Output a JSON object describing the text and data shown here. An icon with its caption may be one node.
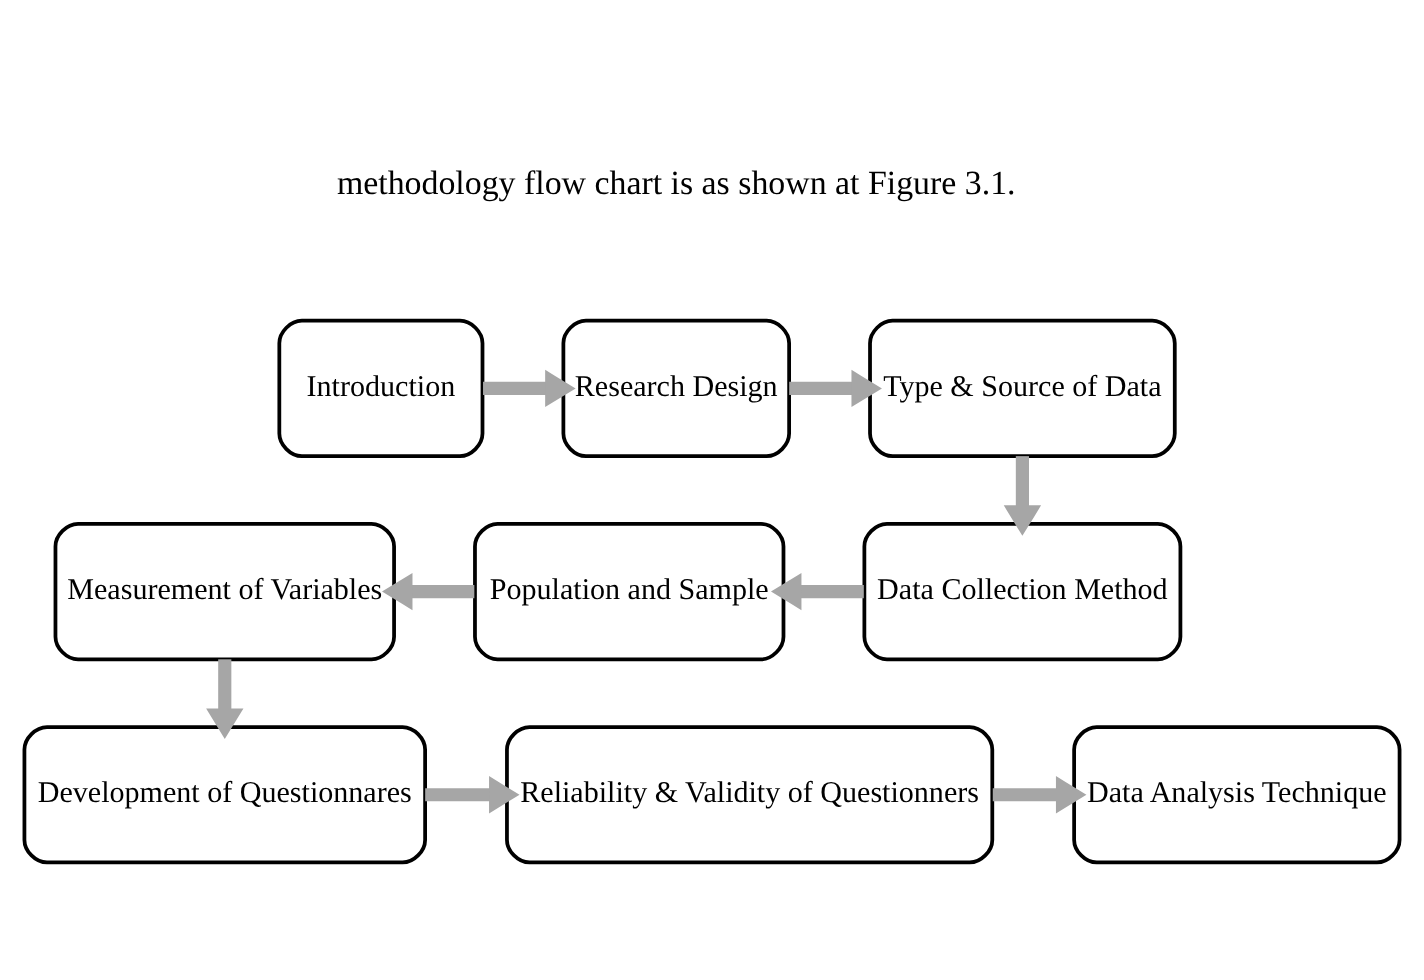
{
  "diagram": {
    "nodes": [
      {
        "text": [
          "Introduction"
        ]
      },
      {
        "text": [
          "Research Design"
        ]
      },
      {
        "text": [
          "Type & Source of Data"
        ]
      },
      {
        "text": [
          "Measurement of Variables"
        ]
      },
      {
        "text": [
          "Population and Sample"
        ]
      },
      {
        "text": [
          "Data Collection Method"
        ]
      },
      {
        "text": [
          "Development of Questionnares"
        ]
      },
      {
        "text": [
          "Reliability & Validity of Questionners"
        ]
      },
      {
        "text": [
          "Data Analysis Technique"
        ]
      }
    ],
    "edges": [
      {
        "from": 0,
        "to": 1,
        "arrow": "to"
      },
      {
        "from": 1,
        "to": 2,
        "arrow": "to"
      },
      {
        "from": 2,
        "to": 5,
        "arrow": "to"
      },
      {
        "from": 5,
        "to": 4,
        "arrow": "to"
      },
      {
        "from": 4,
        "to": 3,
        "arrow": "to"
      },
      {
        "from": 3,
        "to": 6,
        "arrow": "to"
      },
      {
        "from": 6,
        "to": 7,
        "arrow": "to"
      },
      {
        "from": 7,
        "to": 8,
        "arrow": "to"
      }
    ],
    "labels": [
      "methodology flow chart is as shown at Figure 3.1."
    ]
  }
}
